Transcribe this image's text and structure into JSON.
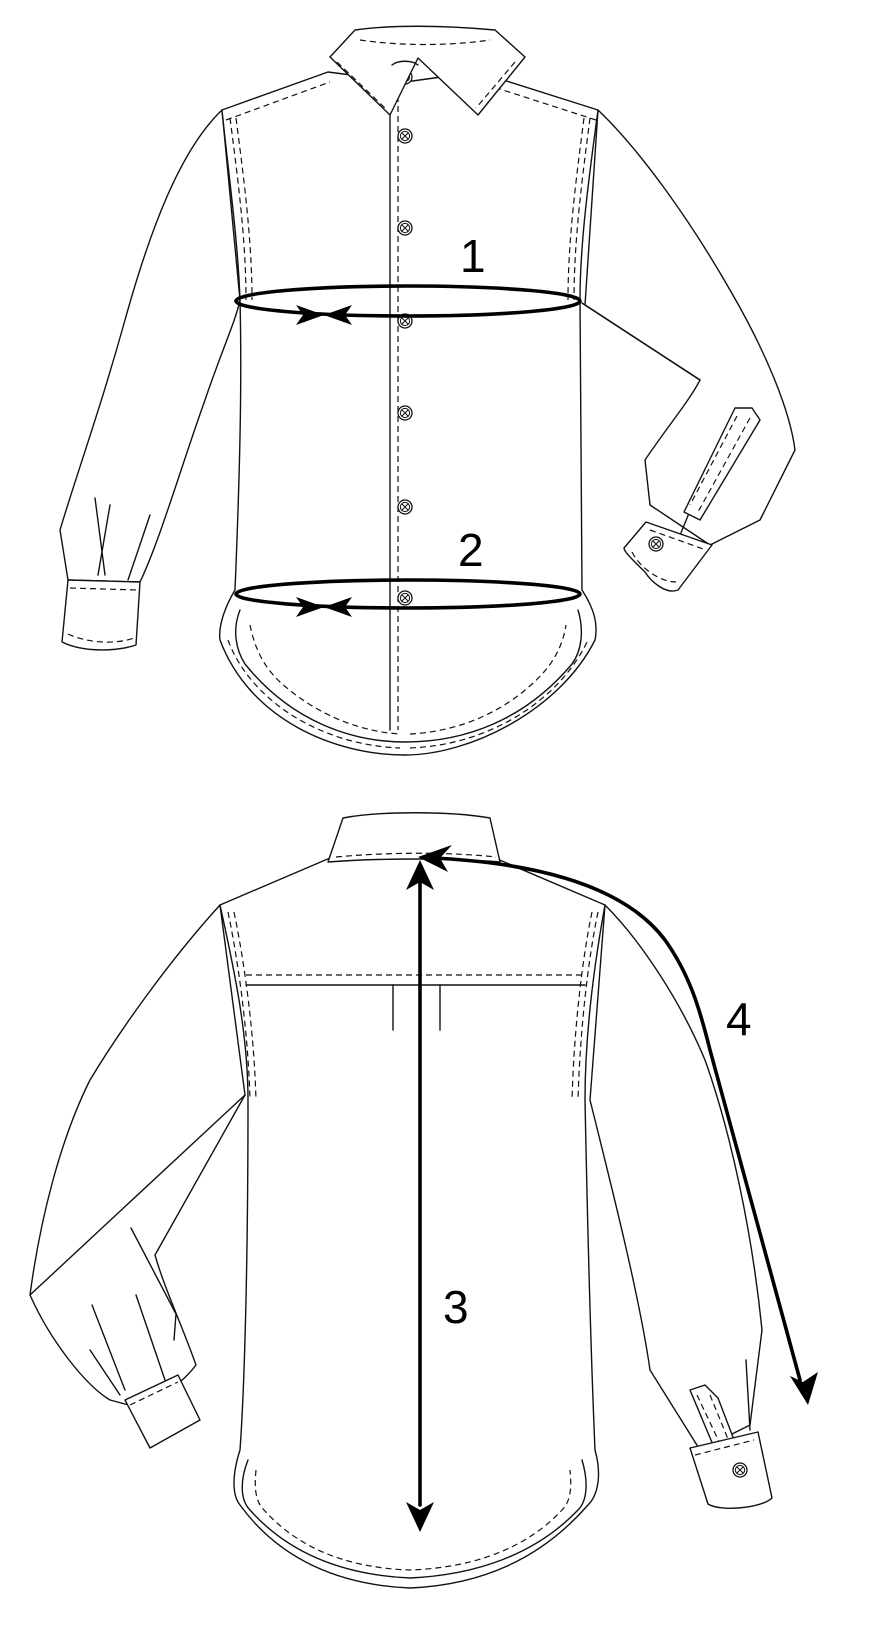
{
  "diagram": {
    "type": "garment-measurement-guide",
    "subject": "long-sleeve button-down shirt",
    "views": [
      {
        "id": "front",
        "label": "front view"
      },
      {
        "id": "back",
        "label": "back view"
      }
    ],
    "colors": {
      "ink": "#111111",
      "measure": "#000000",
      "paper": "#ffffff"
    },
    "measurements": [
      {
        "number": "1",
        "label": "1",
        "view": "front",
        "kind": "circumference",
        "location": "chest"
      },
      {
        "number": "2",
        "label": "2",
        "view": "front",
        "kind": "circumference",
        "location": "waist"
      },
      {
        "number": "3",
        "label": "3",
        "view": "back",
        "kind": "length",
        "location": "back length (collar to hem)"
      },
      {
        "number": "4",
        "label": "4",
        "view": "back",
        "kind": "length",
        "location": "sleeve length (collar to cuff)"
      }
    ]
  }
}
